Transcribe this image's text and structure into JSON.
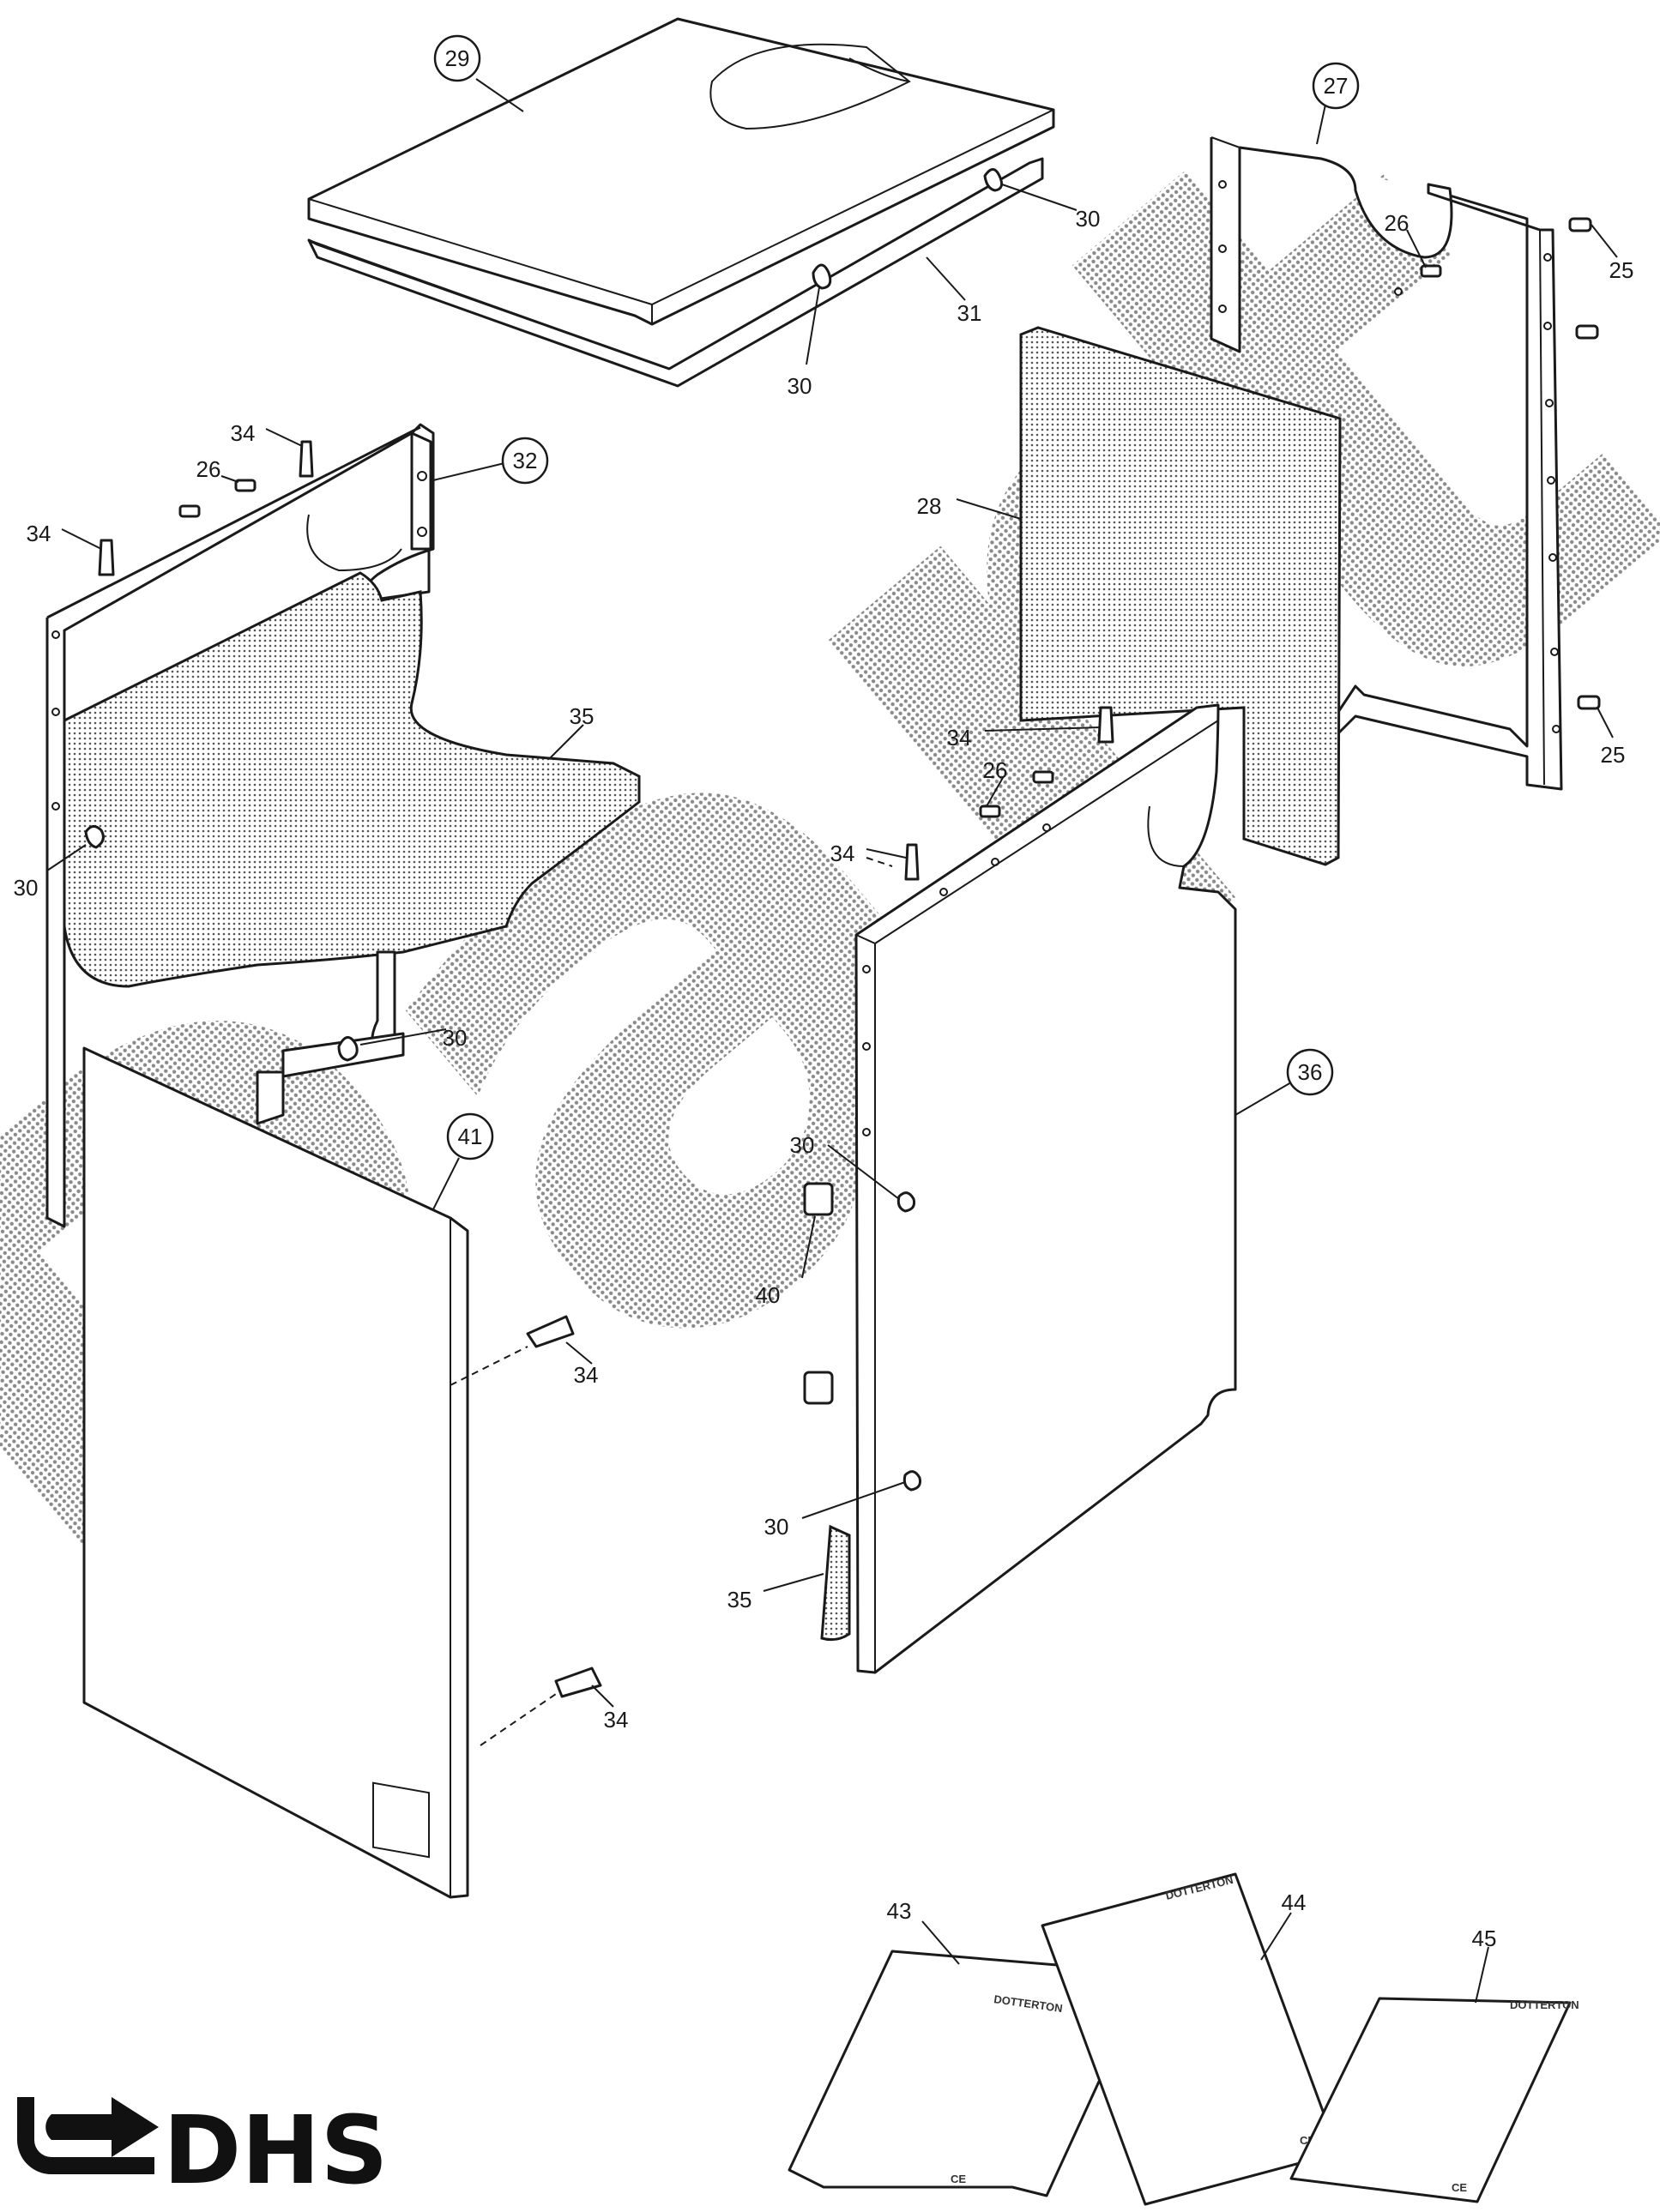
{
  "watermark": {
    "text": "Part",
    "color": "#9a9a9a"
  },
  "logo": {
    "text": "DHS",
    "color": "#111111"
  },
  "documents": {
    "brand": "DOTTERTON",
    "mark": "CE"
  },
  "callouts": [
    {
      "id": "c-29",
      "text": "29",
      "circled": true
    },
    {
      "id": "c-27",
      "text": "27",
      "circled": true
    },
    {
      "id": "c-30a",
      "text": "30",
      "circled": false
    },
    {
      "id": "c-26a",
      "text": "26",
      "circled": false
    },
    {
      "id": "c-25a",
      "text": "25",
      "circled": false
    },
    {
      "id": "c-31",
      "text": "31",
      "circled": false
    },
    {
      "id": "c-30b",
      "text": "30",
      "circled": false
    },
    {
      "id": "c-34a",
      "text": "34",
      "circled": false
    },
    {
      "id": "c-32",
      "text": "32",
      "circled": true
    },
    {
      "id": "c-26b",
      "text": "26",
      "circled": false
    },
    {
      "id": "c-34b",
      "text": "34",
      "circled": false
    },
    {
      "id": "c-28",
      "text": "28",
      "circled": false
    },
    {
      "id": "c-35a",
      "text": "35",
      "circled": false
    },
    {
      "id": "c-30c",
      "text": "30",
      "circled": false
    },
    {
      "id": "c-34c",
      "text": "34",
      "circled": false
    },
    {
      "id": "c-26c",
      "text": "26",
      "circled": false
    },
    {
      "id": "c-25b",
      "text": "25",
      "circled": false
    },
    {
      "id": "c-34d",
      "text": "34",
      "circled": false
    },
    {
      "id": "c-30d",
      "text": "30",
      "circled": false
    },
    {
      "id": "c-36",
      "text": "36",
      "circled": true
    },
    {
      "id": "c-41",
      "text": "41",
      "circled": true
    },
    {
      "id": "c-30e",
      "text": "30",
      "circled": false
    },
    {
      "id": "c-40",
      "text": "40",
      "circled": false
    },
    {
      "id": "c-34e",
      "text": "34",
      "circled": false
    },
    {
      "id": "c-30f",
      "text": "30",
      "circled": false
    },
    {
      "id": "c-35b",
      "text": "35",
      "circled": false
    },
    {
      "id": "c-34f",
      "text": "34",
      "circled": false
    },
    {
      "id": "c-43",
      "text": "43",
      "circled": false
    },
    {
      "id": "c-44",
      "text": "44",
      "circled": false
    },
    {
      "id": "c-45",
      "text": "45",
      "circled": false
    }
  ]
}
